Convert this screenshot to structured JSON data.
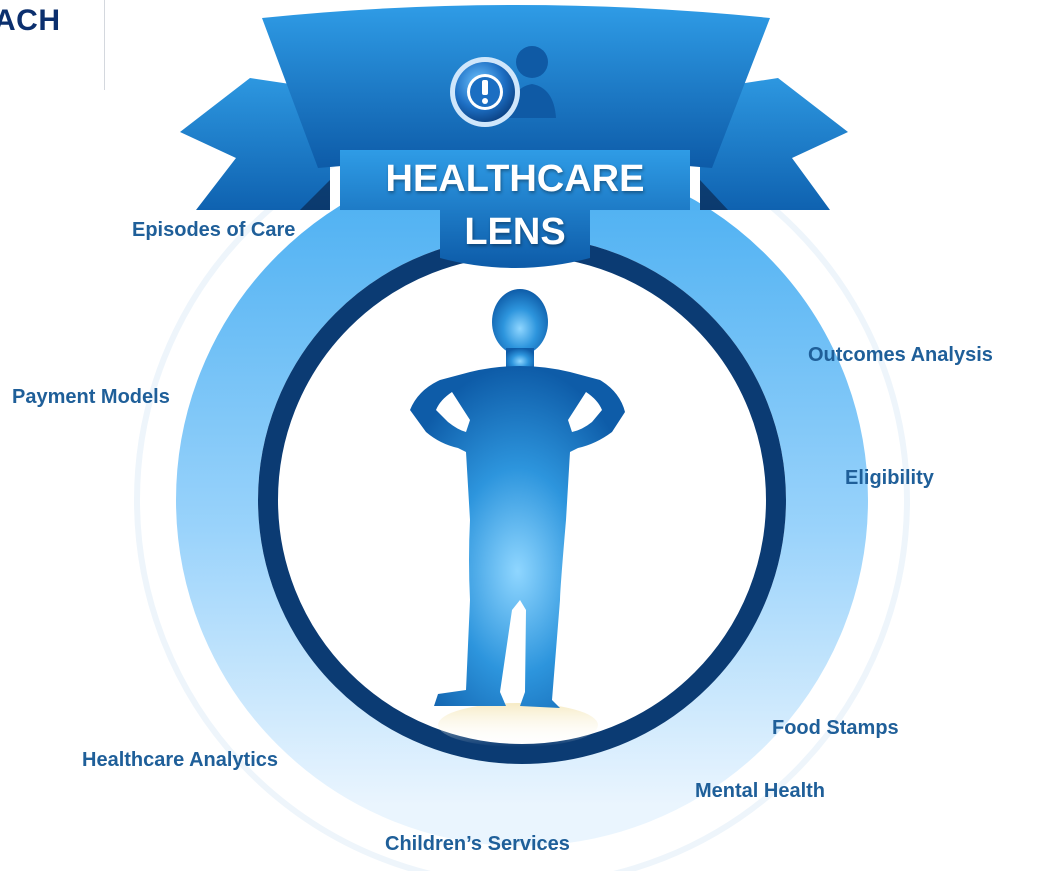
{
  "heading": {
    "text": "ACH"
  },
  "ribbon": {
    "title_line1": "HEALTHCARE",
    "title_line2": "LENS"
  },
  "labels": {
    "episodes_of_care": "Episodes of Care",
    "payment_models": "Payment Models",
    "outcomes_analysis": "Outcomes Analysis",
    "eligibility": "Eligibility",
    "food_stamps": "Food Stamps",
    "mental_health": "Mental Health",
    "healthcare_analytics": "Healthcare Analytics",
    "childrens_services": "Children’s Services"
  },
  "colors": {
    "label_text": "#1f5f99",
    "heading_text": "#0b2f6e",
    "outer_ring_top": "#5cb8f5",
    "outer_ring_bottom": "#e6f3fd",
    "inner_ring": "#0b3b73",
    "ribbon": "#1a84cf",
    "figure": "#1c79c4"
  },
  "icons": {
    "badge": "exclamation-icon",
    "person": "person-icon"
  }
}
